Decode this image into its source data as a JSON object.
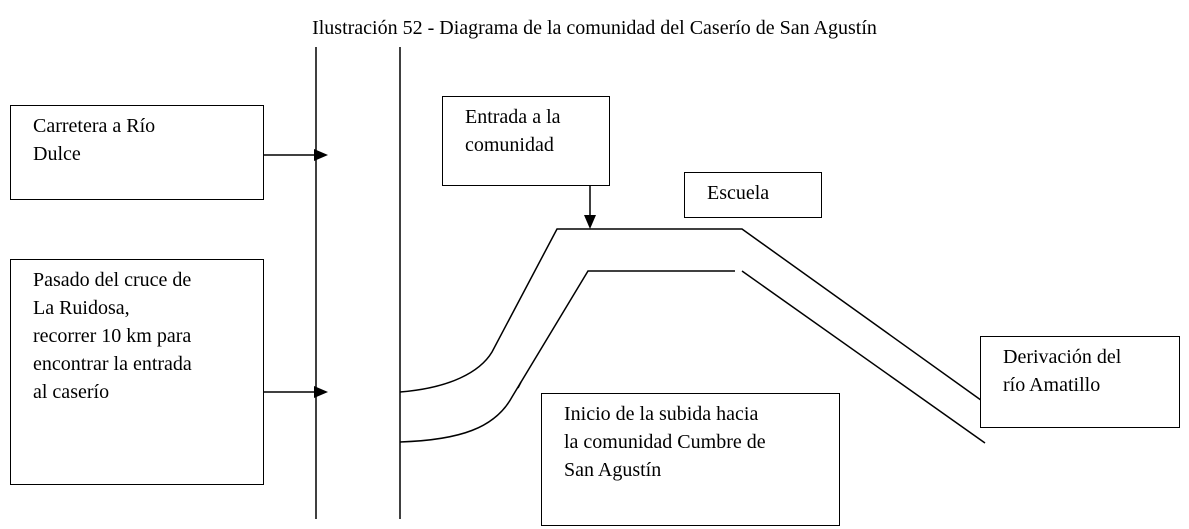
{
  "diagram": {
    "title": "Ilustración 52 - Diagrama de la comunidad del Caserío de San Agustín",
    "boxes": {
      "carretera": "Carretera a Río\nDulce",
      "pasado_cruce": "Pasado del cruce de\nLa Ruidosa,\nrecorrer 10 km para\nencontrar la entrada\nal caserío",
      "entrada": "Entrada a la\ncomunidad",
      "escuela": "Escuela",
      "derivacion": "Derivación del\nrío Amatillo",
      "inicio_subida": "Inicio de la subida hacia\nla comunidad Cumbre de\nSan Agustín"
    }
  }
}
